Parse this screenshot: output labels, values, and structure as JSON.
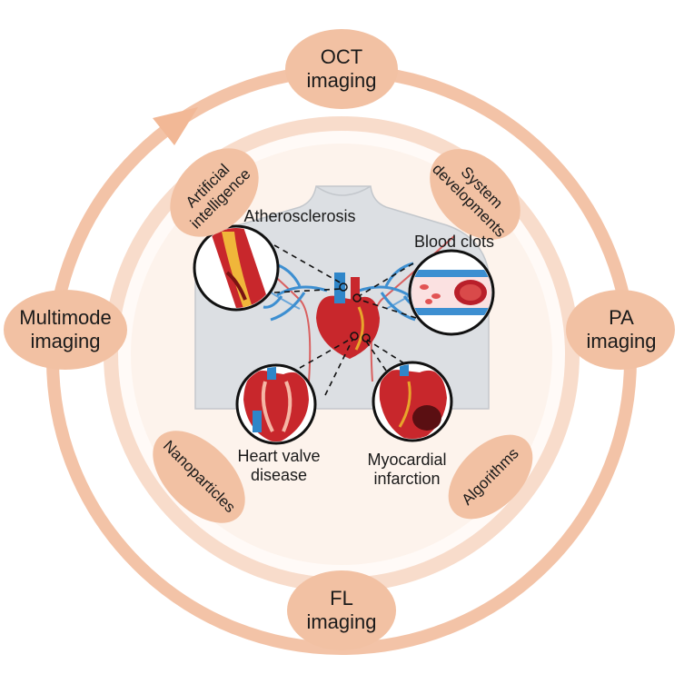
{
  "modalities": {
    "oct": "OCT\nimaging",
    "pa": "PA\nimaging",
    "fl": "FL\nimaging",
    "multimode": "Multimode\nimaging"
  },
  "techniques": {
    "ai": "Artificial\nintelligence",
    "system": "System\ndevelopments",
    "algorithms": "Algorithms",
    "nanoparticles": "Nanoparticles"
  },
  "diseases": {
    "atherosclerosis": "Atherosclerosis",
    "blood_clots": "Blood clots",
    "heart_valve": "Heart valve\ndisease",
    "myocardial": "Myocardial\ninfarction"
  },
  "colors": {
    "outer_ring": "#f3c3a7",
    "inner_ring": "#f8dccb",
    "node_fill": "#f2c1a3",
    "inner_fill": "#fdf1ea",
    "heart_red": "#c8272c",
    "vessel_blue": "#2f86c9"
  }
}
